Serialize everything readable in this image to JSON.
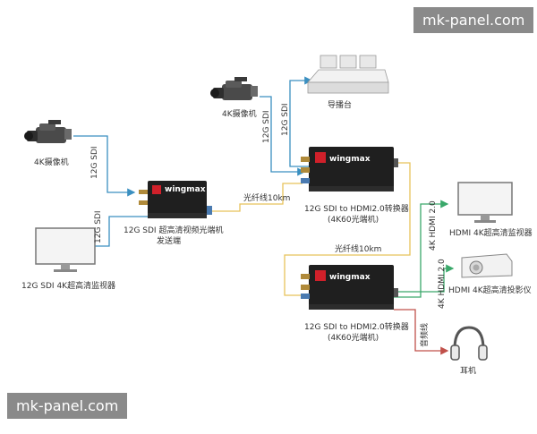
{
  "watermarks": {
    "top": "mk-panel.com",
    "bottom": "mk-panel.com"
  },
  "devices": {
    "camera_left": "4K摄像机",
    "camera_top": "4K摄像机",
    "switcher": "导播台",
    "sender_line1": "12G SDI 超高清视频光端机",
    "sender_line2": "发送端",
    "sender_brand": "wingmax",
    "monitor_left": "12G SDI 4K超高清监视器",
    "receiver1_line1": "12G SDI to HDMI2.0转换器",
    "receiver1_line2": "(4K60光端机)",
    "receiver1_brand": "wingmax",
    "receiver2_line1": "12G SDI to HDMI2.0转换器",
    "receiver2_line2": "(4K60光端机)",
    "receiver2_brand": "wingmax",
    "monitor_right": "HDMI 4K超高清监视器",
    "projector": "HDMI 4K超高清投影仪",
    "headphones": "耳机"
  },
  "links": {
    "cam_left_sdi": "12G SDI",
    "monitor_left_sdi": "12G SDI",
    "cam_top_sdi": "12G SDI",
    "switcher_sdi": "12G SDI",
    "fiber_1": "光纤线10km",
    "fiber_2": "光纤线10km",
    "hdmi_monitor": "4K HDMI 2.0",
    "hdmi_projector": "4K HDMI 2.0",
    "audio": "音频线"
  },
  "colors": {
    "sdi_line": "#3a8fc0",
    "fiber_line": "#e8c25a",
    "hdmi_line": "#3aa86a",
    "audio_line": "#c0504a",
    "device_body": "#1f1f1f",
    "device_logo": "#d0202a",
    "watermark_bg": "#8a8a8a"
  },
  "icons": [
    "video-camera-icon",
    "broadcast-switcher-icon",
    "monitor-icon",
    "projector-icon",
    "headphones-icon",
    "fiber-converter-device"
  ]
}
